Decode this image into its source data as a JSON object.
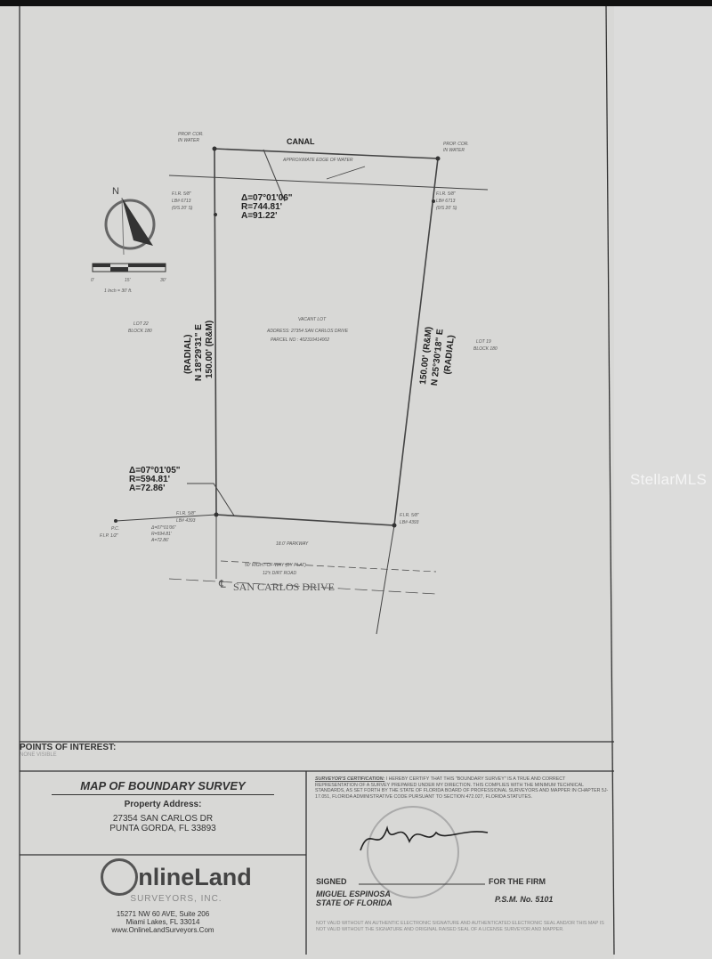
{
  "watermark": "StellarMLS",
  "survey": {
    "canal_label": "CANAL",
    "water_edge_label": "APPROXIMATE EDGE OF WATER",
    "corner_top_left": [
      "PROP. COR.",
      "IN WATER"
    ],
    "corner_top_right": [
      "PROP. COR.",
      "IN WATER"
    ],
    "fir_top_left": [
      "F.I.R. 5/8\"",
      "LB# 6713",
      "(0/S 20' S)"
    ],
    "fir_top_right": [
      "F.I.R. 5/8\"",
      "LB# 6713",
      "(0/S 20' S)"
    ],
    "curve_top": [
      "Δ=07°01'06\"",
      "R=744.81'",
      "A=91.22'"
    ],
    "curve_bottom": [
      "Δ=07°01'05\"",
      "R=594.81'",
      "A=72.86'"
    ],
    "curve_small": [
      "Δ=07°01'06\"",
      "R=594.81'",
      "A=72.86'"
    ],
    "west_line": [
      "(RADIAL)",
      "N 18°29'31\" E",
      "150.00' (R&M)"
    ],
    "east_line": [
      "150.00' (R&M)",
      "N 25°30'18\" E",
      "(RADIAL)"
    ],
    "lot_west": [
      "LOT 22",
      "BLOCK 180"
    ],
    "lot_east": [
      "LOT 19",
      "BLOCK 180"
    ],
    "lot_info": [
      "VACANT LOT",
      "ADDRESS: 27354 SAN CARLOS DRIVE",
      "PARCEL NO : 402310414002"
    ],
    "fir_bottom_left": [
      "F.I.R. 5/8\"",
      "LB# 4393"
    ],
    "fir_bottom_right": [
      "F.I.R. 5/8\"",
      "LB# 4393"
    ],
    "pc_label": [
      "P.C.",
      "F.I.P. 1/2\""
    ],
    "parkway": "18.0' PARKWAY",
    "row": [
      "50' RIGHT-OF-WAY (BY PLAT)",
      "12'± DIRT ROAD"
    ],
    "street": "SAN CARLOS DRIVE",
    "centerline": "℄",
    "north": "N",
    "scale_ticks": [
      "0'",
      "15'",
      "30'"
    ],
    "scale_text": "1 Inch = 30' ft."
  },
  "title_block": {
    "points_of_interest": "POINTS OF INTEREST:",
    "points_value": "NONE VISIBLE",
    "map_title": "MAP OF BOUNDARY SURVEY",
    "property_address_label": "Property Address:",
    "address_line1": "27354 SAN CARLOS DR",
    "address_line2": "PUNTA GORDA, FL 33893",
    "company_name": "nlineLand",
    "company_initial": "O",
    "company_sub": "SURVEYORS, INC.",
    "company_address1": "15271 NW 60 AVE, Suite 206",
    "company_address2": "Miami Lakes, FL 33014",
    "company_web": "www.OnlineLandSurveyors.Com",
    "certification_heading": "SURVEYOR'S CERTIFICATION:",
    "certification_text": "I HEREBY CERTIFY THAT THIS \"BOUNDARY SURVEY\" IS A TRUE AND CORRECT REPRESENTATION OF A SURVEY PREPARED UNDER MY DIRECTION. THIS COMPLIES WITH THE MINIMUM TECHNICAL STANDARDS, AS SET FORTH BY THE STATE OF FLORIDA BOARD OF PROFESSIONAL SURVEYORS AND MAPPER IN CHAPTER 5J-17.051, FLORIDA ADMINISTRATIVE CODE PURSUANT TO SECTION 472.027, FLORIDA STATUTES.",
    "signed_label": "SIGNED",
    "for_firm": "FOR THE FIRM",
    "surveyor_name": "MIGUEL ESPINOSA",
    "surveyor_state": "STATE OF FLORIDA",
    "psm": "P.S.M. No. 5101",
    "disclaimer": "NOT VALID WITHOUT AN AUTHENTIC ELECTRONIC SIGNATURE AND AUTHENTICATED ELECTRONIC SEAL AND/OR THIS MAP IS NOT VALID WITHOUT THE SIGNATURE AND ORIGINAL RAISED SEAL OF A LICENSE SURVEYOR AND MAPPER."
  }
}
